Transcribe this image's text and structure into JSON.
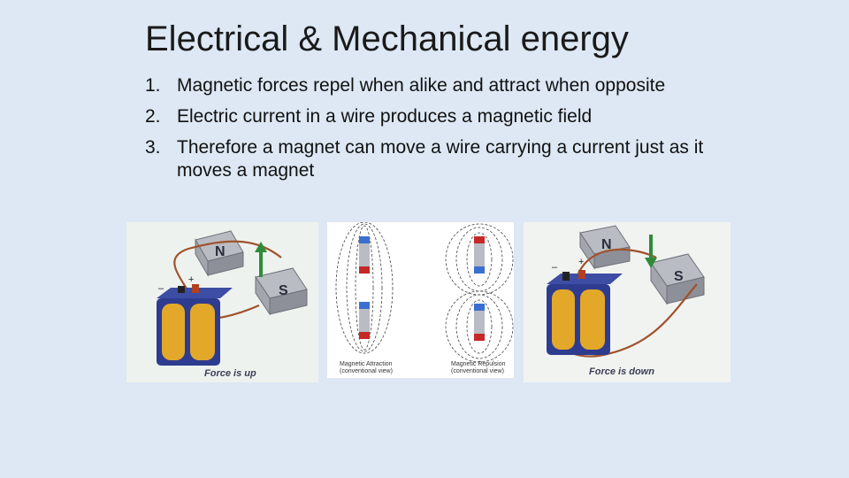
{
  "slide": {
    "title": "Electrical & Mechanical energy",
    "points": [
      {
        "num": "1.",
        "text": "Magnetic forces repel when alike and attract when opposite"
      },
      {
        "num": "2.",
        "text": "Electric current in a wire produces a magnetic field"
      },
      {
        "num": "3.",
        "text": "Therefore a magnet can move a wire carrying a current just as it moves a magnet"
      }
    ]
  },
  "figures": {
    "left": {
      "caption": "Force is up",
      "magnet_n": "N",
      "magnet_s": "S",
      "minus": "–",
      "plus": "+"
    },
    "middle": {
      "attraction_caption": "Magnetic Attraction",
      "attraction_sub": "(conventional view)",
      "repulsion_caption": "Magnetic Repulsion",
      "repulsion_sub": "(conventional view)"
    },
    "right": {
      "caption": "Force is down",
      "magnet_n": "N",
      "magnet_s": "S",
      "minus": "–",
      "plus": "+"
    }
  },
  "colors": {
    "background": "#dde8f4",
    "magnet_north": "#3b6fd1",
    "magnet_south": "#c62828",
    "wire": "#a0522d",
    "battery": "#2d3c8f",
    "battery_fill": "#e3a82a",
    "force_arrow": "#2e8b3a"
  }
}
